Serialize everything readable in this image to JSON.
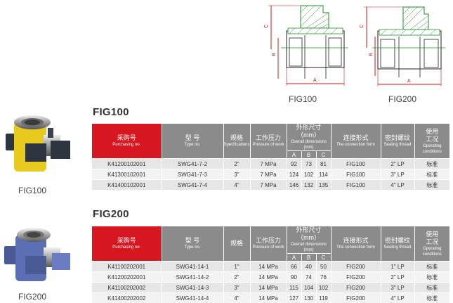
{
  "drawings": [
    {
      "caption": "FIG100",
      "dims": [
        "C",
        "B",
        "A"
      ]
    },
    {
      "caption": "FIG200",
      "dims": [
        "C",
        "B",
        "A"
      ]
    }
  ],
  "sections": [
    {
      "title": "FIG100",
      "photo_caption": "FIG100",
      "headers": {
        "purchasing": {
          "cn": "采购号",
          "en": "Purchasing no."
        },
        "type": {
          "cn": "型  号",
          "en": "Type no."
        },
        "spec": {
          "cn": "规格",
          "en": "Specifications"
        },
        "pressure": {
          "cn": "工作压力",
          "en": "Pressure of work"
        },
        "dims": {
          "cn": "外形尺寸（mm）",
          "en": "Overall dimensions (mm)"
        },
        "dim_a": "A",
        "dim_b": "B",
        "dim_c": "C",
        "connection": {
          "cn": "连接形式",
          "en": "The connection form"
        },
        "thread": {
          "cn": "密封螺纹",
          "en": "Sealing thread"
        },
        "operating": {
          "cn1": "使用",
          "cn2": "工况",
          "en1": "Operating",
          "en2": "conditions"
        }
      },
      "rows": [
        [
          "K41200102001",
          "SWG41-7-2",
          "2\"",
          "7 MPa",
          "92",
          "73",
          "81",
          "FIG100",
          "2\"  LP",
          "标准"
        ],
        [
          "K41300102001",
          "SWG41-7-3",
          "3\"",
          "7 MPa",
          "124",
          "102",
          "114",
          "FIG100",
          "3\"  LP",
          "标准"
        ],
        [
          "K41400102001",
          "SWG41-7-4",
          "4\"",
          "7 MPa",
          "146",
          "132",
          "135",
          "FIG100",
          "4\"  LP",
          "标准"
        ]
      ]
    },
    {
      "title": "FIG200",
      "photo_caption": "FIG200",
      "headers": {
        "purchasing": {
          "cn": "采购号",
          "en": "Purchasing no."
        },
        "type": {
          "cn": "型  号",
          "en": "Type no."
        },
        "spec": {
          "cn": "规格",
          "en": ""
        },
        "pressure": {
          "cn": "工作压力",
          "en": "Pressure of work"
        },
        "dims": {
          "cn": "外形尺寸（mm）",
          "en": "Overall dimensions (mm)"
        },
        "dim_a": "A",
        "dim_b": "B",
        "dim_c": "C",
        "connection": {
          "cn": "连接形式",
          "en": "The connection form"
        },
        "thread": {
          "cn": "密封螺纹",
          "en": "Sealing thread"
        },
        "operating": {
          "cn1": "使用",
          "cn2": "工况",
          "en1": "Operating",
          "en2": "conditions"
        }
      },
      "rows": [
        [
          "K41100202001",
          "SWG41-14-1",
          "1\"",
          "14 MPa",
          "66",
          "40",
          "50",
          "FIG200",
          "1\"  LP",
          "标准"
        ],
        [
          "K41200202001",
          "SWG41-14-2",
          "2\"",
          "14 MPa",
          "90",
          "74",
          "76",
          "FIG200",
          "2\"  LP",
          "标准"
        ],
        [
          "K41100202002",
          "SWG41-14-3",
          "3\"",
          "14 MPa",
          "115",
          "104",
          "102",
          "FIG200",
          "3\"  LP",
          "标准"
        ],
        [
          "K41400202002",
          "SWG41-14-4",
          "4\"",
          "14 MPa",
          "127",
          "130",
          "119",
          "FIG200",
          "4\"  LP",
          "标准"
        ]
      ]
    }
  ]
}
